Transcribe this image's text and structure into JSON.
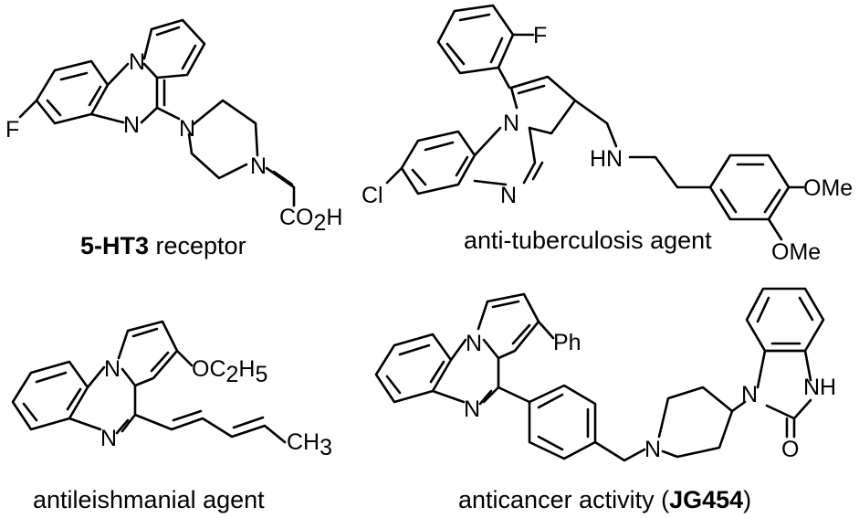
{
  "structures": [
    {
      "caption_bold": "5-HT3",
      "caption_rest": " receptor",
      "atom_labels": {
        "f": "F",
        "n_ring": "N",
        "n_pyrrole": "N",
        "n_pip1": "N",
        "n_pip2": "N",
        "acid": "CO",
        "acid_sub": "2",
        "acid_h": "H"
      }
    },
    {
      "caption": "anti-tuberculosis agent",
      "atom_labels": {
        "f": "F",
        "cl": "Cl",
        "n_ring": "N",
        "n_pyrrole": "N",
        "amine": "HN",
        "ome1": "OMe",
        "ome2": "OMe"
      }
    },
    {
      "caption": "antileishmanial agent",
      "atom_labels": {
        "n_ring": "N",
        "n_pyrrole": "N",
        "ethoxy": "OC",
        "ethoxy_sub1": "2",
        "ethoxy_h": "H",
        "ethoxy_sub2": "5",
        "methyl": "CH",
        "methyl_sub": "3"
      }
    },
    {
      "caption_prefix": "anticancer activity (",
      "caption_bold": "JG454",
      "caption_suffix": ")",
      "atom_labels": {
        "n_ring": "N",
        "n_pyrrole": "N",
        "ph": "Ph",
        "n_pip": "N",
        "n_bzim1": "N",
        "nh": "NH",
        "o": "O"
      }
    }
  ]
}
